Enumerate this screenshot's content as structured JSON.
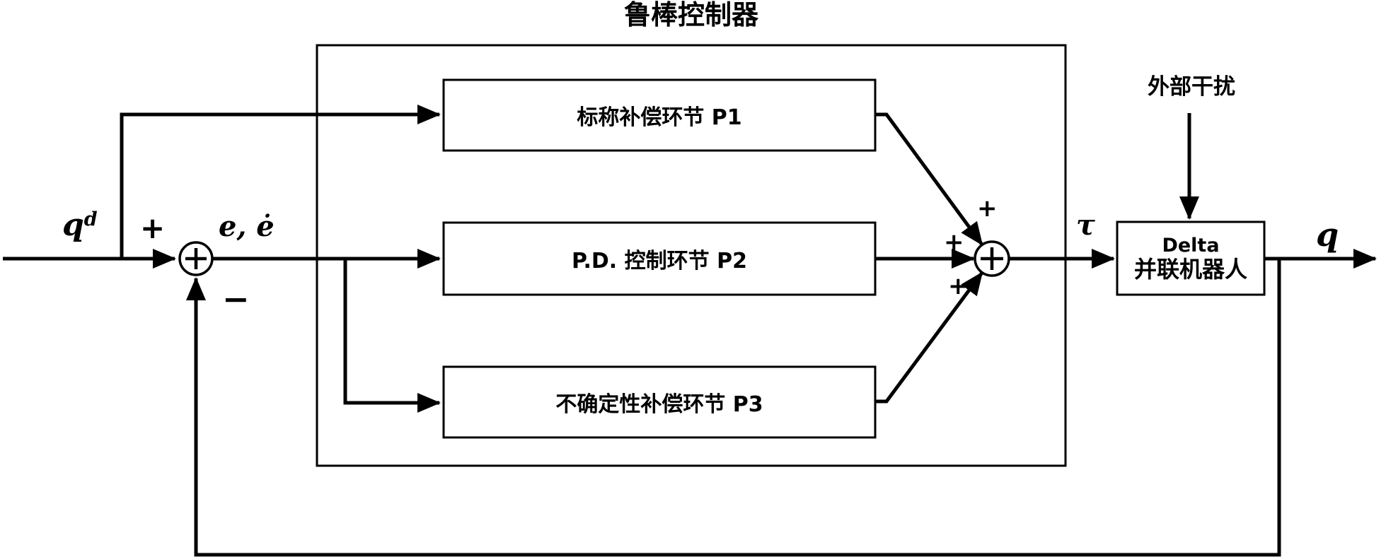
{
  "diagram": {
    "title": "鲁棒控制器",
    "input_signal": {
      "base": "q",
      "sup": "d"
    },
    "error_signal": "e, ė",
    "sum1": {
      "plus_sign": "+",
      "minus_sign": "−",
      "symbol": "plus-icon"
    },
    "sum2": {
      "plus_top": "+",
      "plus_left": "+",
      "plus_bottom": "+",
      "symbol": "plus-icon"
    },
    "blocks": {
      "p1_label": "标称补偿环节 P1",
      "p2_label": "P.D. 控制环节 P2",
      "p3_label": "不确定性补偿环节 P3",
      "plant_line1": "Delta",
      "plant_line2": "并联机器人"
    },
    "torque_signal": "τ",
    "disturbance_label": "外部干扰",
    "output_signal": "q",
    "colors": {
      "line": "#000000",
      "background": "#ffffff"
    }
  }
}
